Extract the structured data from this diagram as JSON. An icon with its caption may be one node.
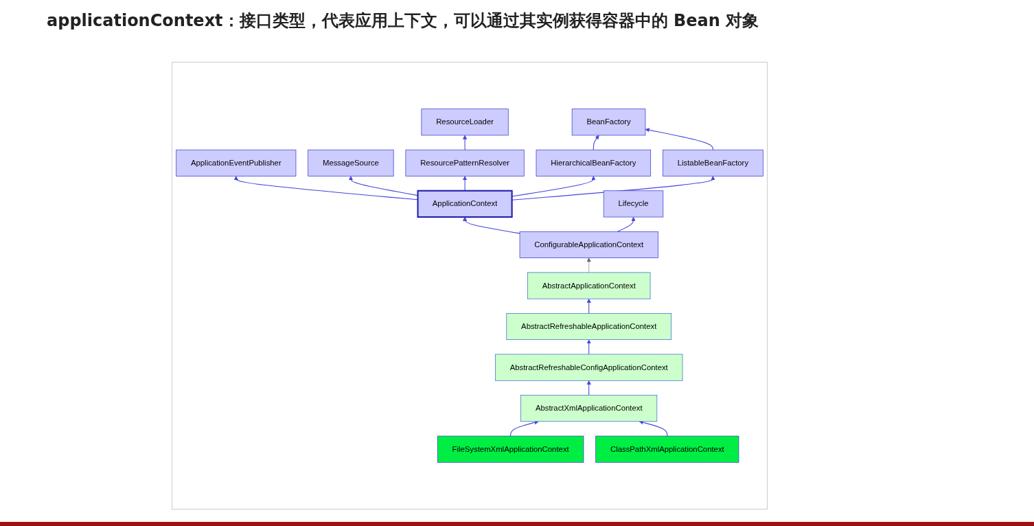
{
  "diagram": {
    "title": "applicationContext：接口类型，代表应用上下文，可以通过其实例获得容器中的 Bean 对象",
    "nodes": [
      {
        "text": [
          "ApplicationEventPublisher"
        ]
      },
      {
        "text": [
          "BeanFactory"
        ]
      },
      {
        "text": [
          "MessageSource"
        ]
      },
      {
        "text": [
          "ResourceLoader"
        ]
      },
      {
        "text": [
          "HierarchicalBeanFactory"
        ]
      },
      {
        "text": [
          "ListableBeanFactory"
        ]
      },
      {
        "text": [
          "ResourcePatternResolver"
        ]
      },
      {
        "text": [
          "ApplicationContext"
        ]
      },
      {
        "text": [
          "Lifecycle"
        ]
      },
      {
        "text": [
          "ConfigurableApplicationContext"
        ]
      },
      {
        "text": [
          "AbstractApplicationContext"
        ]
      },
      {
        "text": [
          "AbstractRefreshableApplicationContext"
        ]
      },
      {
        "text": [
          "AbstractRefreshableConfigApplicationContext"
        ]
      },
      {
        "text": [
          "AbstractXmlApplicationContext"
        ]
      },
      {
        "text": [
          "FileSystemXmlApplicationContext"
        ]
      },
      {
        "text": [
          "ClassPathXmlApplicationContext"
        ]
      }
    ],
    "edges": [
      {
        "from": 7,
        "to": 0,
        "arrow": "to"
      },
      {
        "from": 7,
        "to": 2,
        "arrow": "to"
      },
      {
        "from": 7,
        "to": 6,
        "arrow": "to"
      },
      {
        "from": 6,
        "to": 3,
        "arrow": "to"
      },
      {
        "from": 4,
        "to": 1,
        "arrow": "to"
      },
      {
        "from": 5,
        "to": 1,
        "arrow": "to"
      },
      {
        "from": 7,
        "to": 4,
        "arrow": "to"
      },
      {
        "from": 7,
        "to": 5,
        "arrow": "to"
      },
      {
        "from": 9,
        "to": 7,
        "arrow": "to"
      },
      {
        "from": 9,
        "to": 8,
        "arrow": "to"
      },
      {
        "from": 10,
        "to": 9,
        "arrow": "to",
        "style": "dashed",
        "color": "#666666"
      },
      {
        "from": 11,
        "to": 10,
        "arrow": "to"
      },
      {
        "from": 12,
        "to": 11,
        "arrow": "to"
      },
      {
        "from": 13,
        "to": 12,
        "arrow": "to"
      },
      {
        "from": 14,
        "to": 13,
        "arrow": "to"
      },
      {
        "from": 15,
        "to": 13,
        "arrow": "to"
      }
    ]
  }
}
